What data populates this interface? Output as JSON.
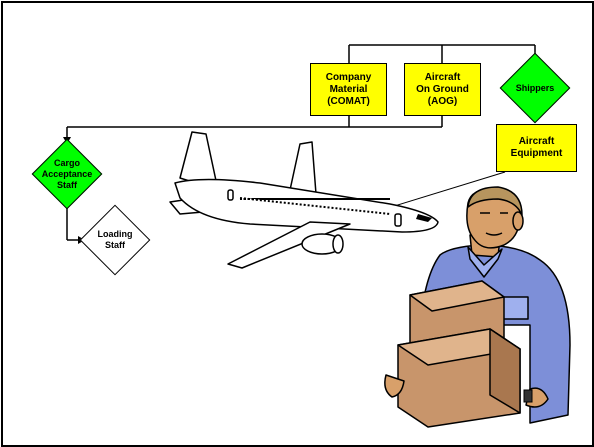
{
  "nodes": {
    "comat": "Company\nMaterial\n(COMAT)",
    "aog": "Aircraft\nOn Ground\n(AOG)",
    "shippers": "Shippers",
    "aircraft_equipment": "Aircraft\nEquipment",
    "cargo_acceptance": "Cargo\nAcceptance\nStaff",
    "loading_staff": "Loading\nStaff"
  },
  "colors": {
    "box_fill": "#ffff00",
    "diamond_green": "#00ff00",
    "diamond_white": "#ffffff",
    "line": "#000000"
  },
  "illustrations": [
    "airplane-illustration",
    "worker-carrying-boxes-illustration"
  ]
}
